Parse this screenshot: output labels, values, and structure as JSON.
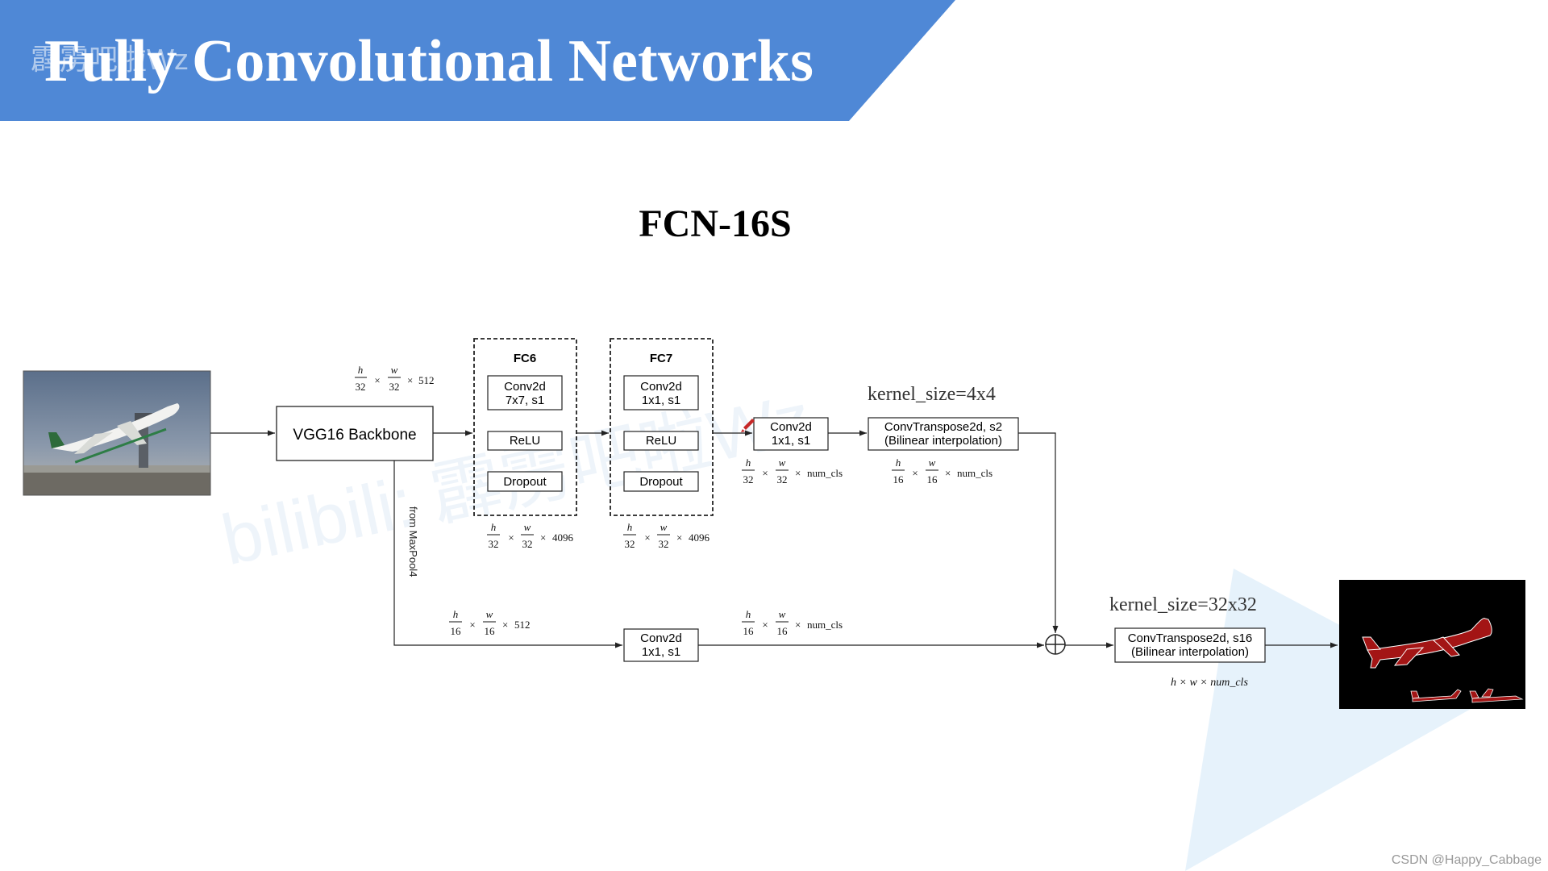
{
  "slide": {
    "title": "Fully Convolutional Networks",
    "subtitle": "FCN-16S",
    "title_banner_color": "#4f88d6",
    "watermark_top": "霹雳吧啦Wz",
    "watermark_center": "bilibili: 霹雳吧啦Wz",
    "footer": "CSDN @Happy_Cabbage"
  },
  "diagram": {
    "backbone": "VGG16 Backbone",
    "backbone_out": {
      "h_num": "h",
      "h_den": "32",
      "w_num": "w",
      "w_den": "32",
      "channels": "512"
    },
    "fc6": {
      "title": "FC6",
      "layers": [
        "Conv2d",
        "7x7, s1",
        "ReLU",
        "Dropout"
      ],
      "out": {
        "h_num": "h",
        "h_den": "32",
        "w_num": "w",
        "w_den": "32",
        "channels": "4096"
      }
    },
    "fc7": {
      "title": "FC7",
      "layers": [
        "Conv2d",
        "1x1, s1",
        "ReLU",
        "Dropout"
      ],
      "out": {
        "h_num": "h",
        "h_den": "32",
        "w_num": "w",
        "w_den": "32",
        "channels": "4096"
      }
    },
    "conv_top": {
      "line1": "Conv2d",
      "line2": "1x1, s1",
      "out": {
        "h_num": "h",
        "h_den": "32",
        "w_num": "w",
        "w_den": "32",
        "channels": "num_cls"
      }
    },
    "upsample_top": {
      "kernel": "kernel_size=4x4",
      "line1": "ConvTranspose2d, s2",
      "line2": "(Bilinear interpolation)",
      "out": {
        "h_num": "h",
        "h_den": "16",
        "w_num": "w",
        "w_den": "16",
        "channels": "num_cls"
      }
    },
    "skip_label": "from MaxPool4",
    "skip_in": {
      "h_num": "h",
      "h_den": "16",
      "w_num": "w",
      "w_den": "16",
      "channels": "512"
    },
    "conv_bottom": {
      "line1": "Conv2d",
      "line2": "1x1, s1",
      "out": {
        "h_num": "h",
        "h_den": "16",
        "w_num": "w",
        "w_den": "16",
        "channels": "num_cls"
      }
    },
    "upsample_final": {
      "kernel": "kernel_size=32x32",
      "line1": "ConvTranspose2d, s16",
      "line2": "(Bilinear interpolation)",
      "out": "h × w × num_cls"
    },
    "input_image": "airplane-photo",
    "output_image": "segmentation-mask",
    "mask_color": "#a31515"
  }
}
